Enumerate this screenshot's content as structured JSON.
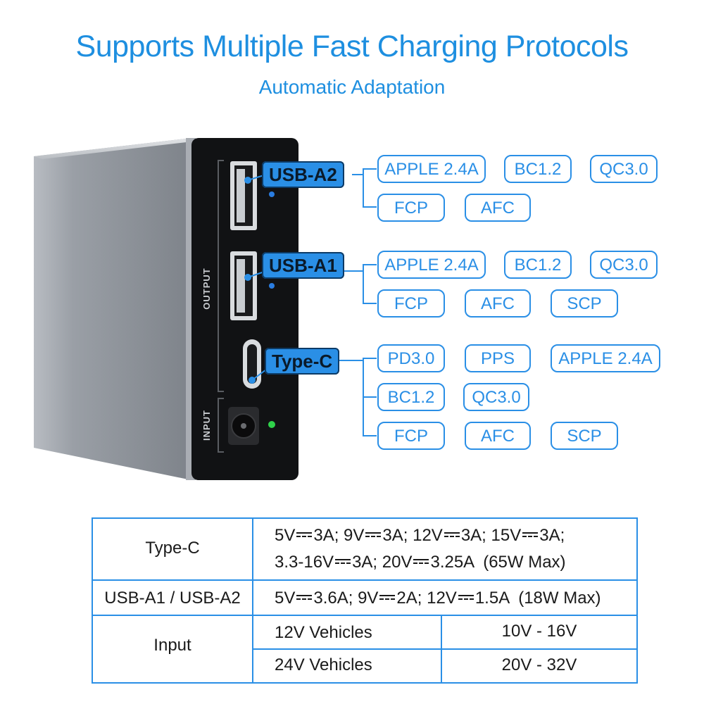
{
  "header": {
    "title": "Supports Multiple Fast Charging Protocols",
    "subtitle": "Automatic Adaptation"
  },
  "device": {
    "output_label": "OUTPUT",
    "input_label": "INPUT"
  },
  "ports": [
    {
      "name": "USB-A2",
      "protocols": [
        "APPLE 2.4A",
        "BC1.2",
        "QC3.0",
        "FCP",
        "AFC"
      ]
    },
    {
      "name": "USB-A1",
      "protocols": [
        "APPLE 2.4A",
        "BC1.2",
        "QC3.0",
        "FCP",
        "AFC",
        "SCP"
      ]
    },
    {
      "name": "Type-C",
      "protocols": [
        "PD3.0",
        "PPS",
        "APPLE 2.4A",
        "BC1.2",
        "QC3.0",
        "FCP",
        "AFC",
        "SCP"
      ]
    }
  ],
  "specs": {
    "typec_label": "Type-C",
    "typec_line1": [
      "5V",
      "3A; 9V",
      "3A; 12V",
      "3A; 15V",
      "3A;"
    ],
    "typec_line2": [
      "3.3-16V",
      "3A; 20V",
      "3.25A  (65W Max)"
    ],
    "usba_label": "USB-A1 / USB-A2",
    "usba_line": [
      "5V",
      "3.6A; 9V",
      "2A; 12V",
      "1.5A  (18W Max)"
    ],
    "input_label": "Input",
    "input_rows": [
      {
        "vehicle": "12V Vehicles",
        "range": "10V - 16V"
      },
      {
        "vehicle": "24V Vehicles",
        "range": "20V - 32V"
      }
    ]
  },
  "colors": {
    "accent": "#2a8fe6",
    "title": "#1e8fe0",
    "device_body": "#8e939a",
    "device_face": "#111214"
  }
}
